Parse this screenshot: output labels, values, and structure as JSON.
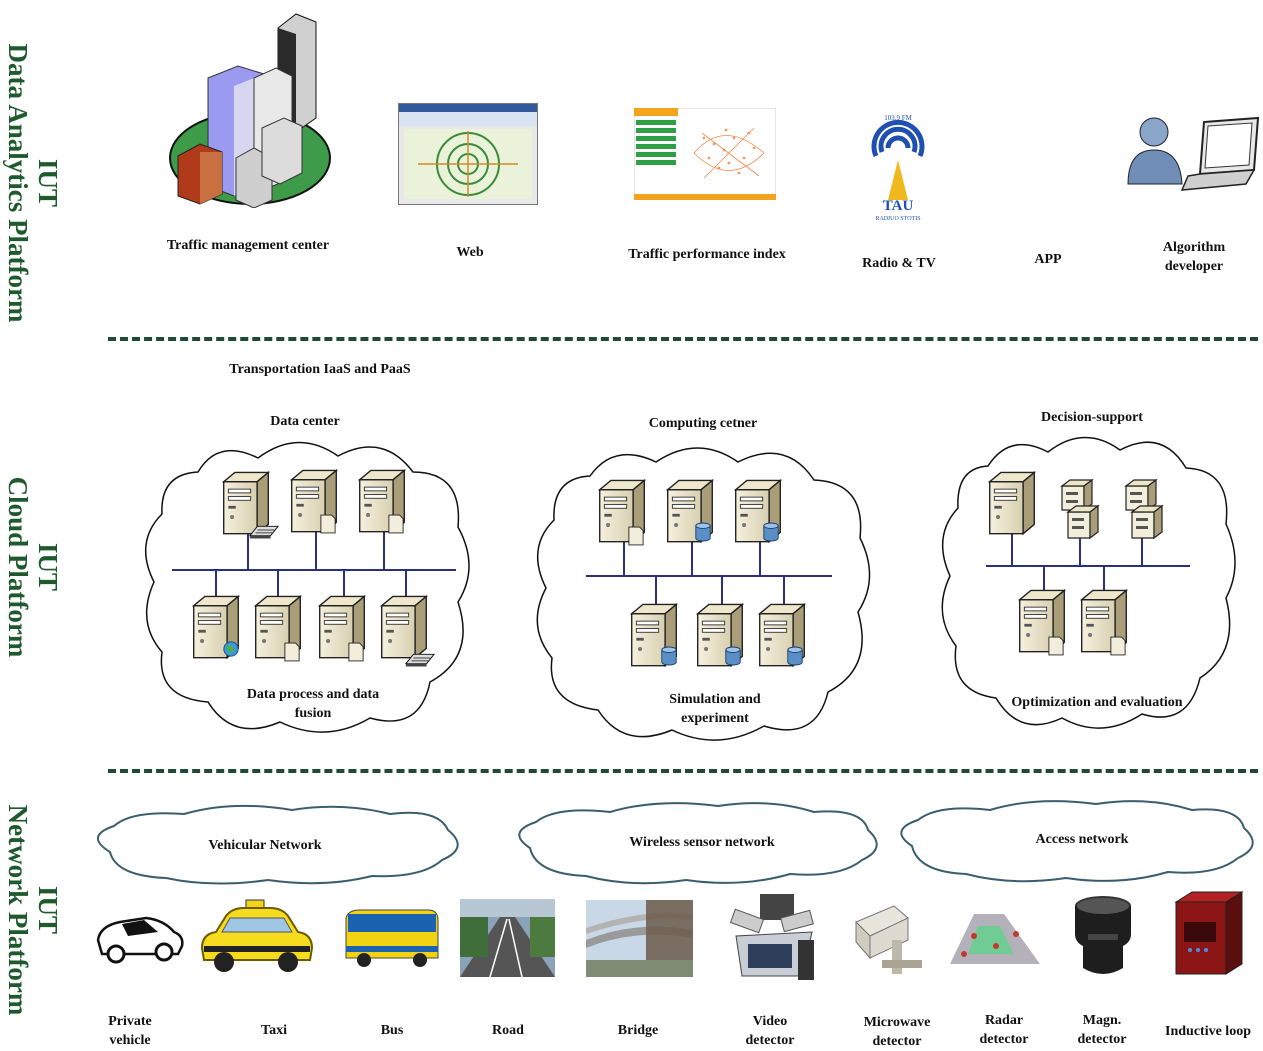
{
  "layers": {
    "analytics": {
      "line1": "IUT",
      "line2": "Data Analytics Platform"
    },
    "cloud": {
      "line1": "IUT",
      "line2": "Cloud Platform"
    },
    "network": {
      "line1": "IUT",
      "line2": "Network Platform"
    }
  },
  "analytics_items": {
    "tmc": "Traffic management center",
    "web": "Web",
    "tpi": "Traffic performance index",
    "radio": "Radio & TV",
    "app": "APP",
    "algo": "Algorithm developer"
  },
  "radio_logo": {
    "freq": "103.9 FM",
    "call": "TAU",
    "sub": "RADIUO STOTIS"
  },
  "cloud": {
    "header": "Transportation IaaS and PaaS",
    "data_center": "Data center",
    "data_process": "Data process and data fusion",
    "computing": "Computing cetner",
    "simulation": "Simulation and experiment",
    "decision": "Decision-support",
    "optimization": "Optimization and evaluation"
  },
  "networks": {
    "vehicular": "Vehicular Network",
    "wireless": "Wireless sensor network",
    "access": "Access network"
  },
  "devices": {
    "private": "Private vehicle",
    "taxi": "Taxi",
    "bus": "Bus",
    "road": "Road",
    "bridge": "Bridge",
    "video": "Video detector",
    "microwave": "Microwave detector",
    "radar": "Radar detector",
    "magn": "Magn. detector",
    "loop": "Inductive loop"
  },
  "colors": {
    "layer_title": "#1f5a2e",
    "divider": "#1f4a33",
    "cloud_outline": "#3b5e6e"
  }
}
